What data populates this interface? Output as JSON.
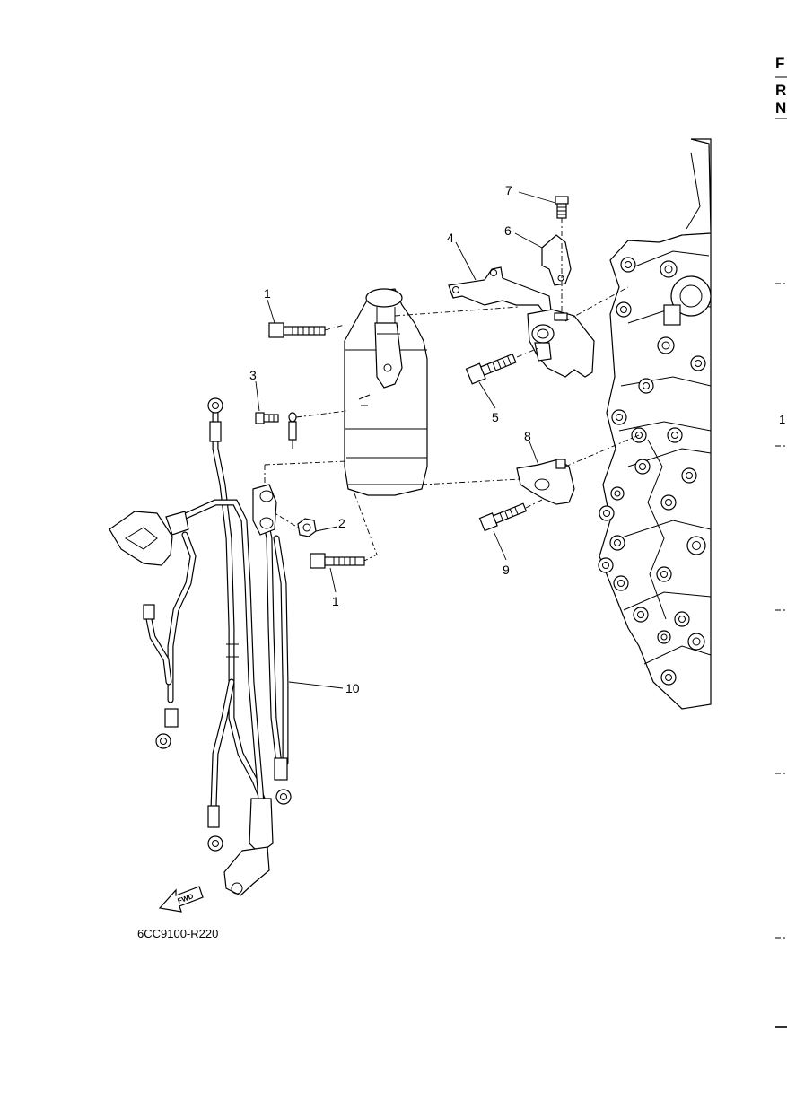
{
  "edge_labels": {
    "top_letter": "F",
    "second_letter": "R",
    "third_letter": "N",
    "side_numeral": "1"
  },
  "callouts": [
    {
      "id": "1a",
      "label": "1"
    },
    {
      "id": "1b",
      "label": "1"
    },
    {
      "id": "2",
      "label": "2"
    },
    {
      "id": "3",
      "label": "3"
    },
    {
      "id": "4",
      "label": "4"
    },
    {
      "id": "5",
      "label": "5"
    },
    {
      "id": "6",
      "label": "6"
    },
    {
      "id": "7",
      "label": "7"
    },
    {
      "id": "8",
      "label": "8"
    },
    {
      "id": "9",
      "label": "9"
    },
    {
      "id": "10",
      "label": "10"
    }
  ],
  "fwd_marker": "FWD",
  "diagram_code": "6CC9100-R220"
}
